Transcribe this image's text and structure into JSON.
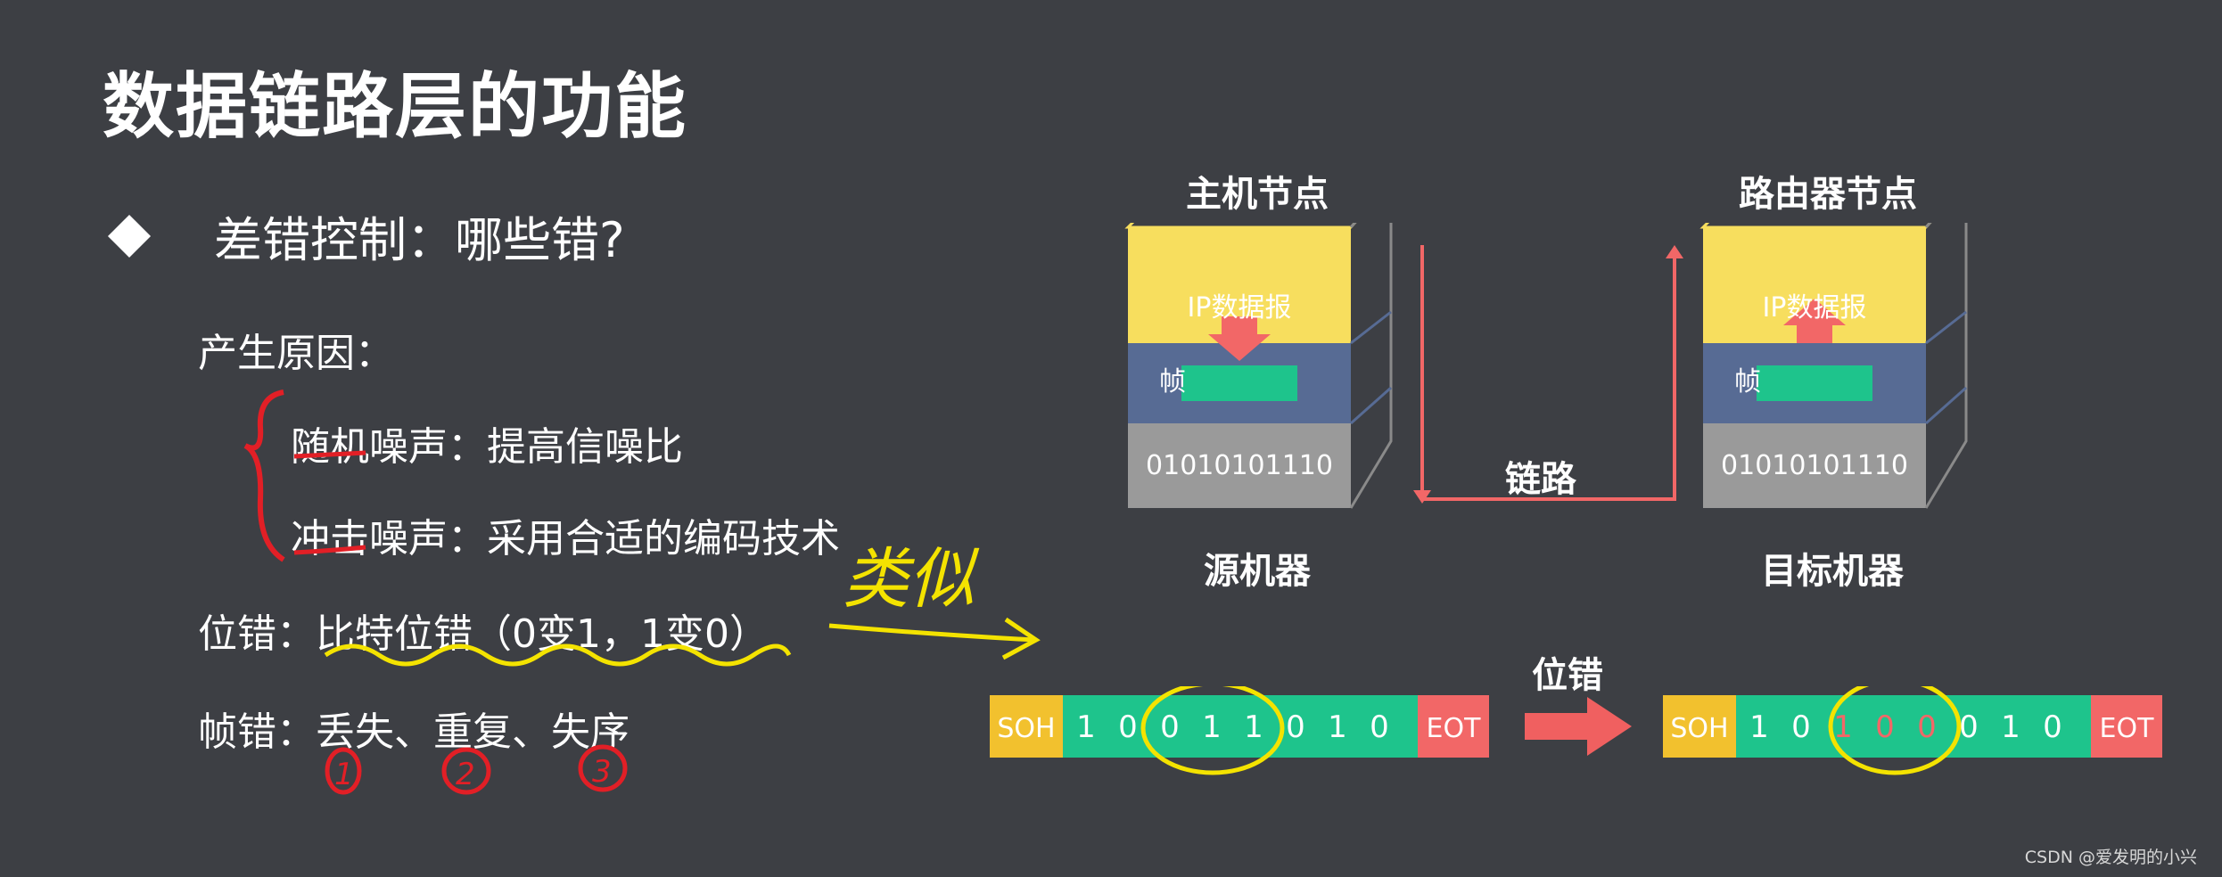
{
  "title": "数据链路层的功能",
  "bullet": "差错控制：哪些错?",
  "causes_heading": "产生原因：",
  "causes": [
    {
      "name": "随机噪声",
      "remedy": "：提高信噪比"
    },
    {
      "name": "冲击噪声",
      "remedy": "：采用合适的编码技术"
    }
  ],
  "bit_error": {
    "label": "位错：",
    "text": "比特位错（0变1，1变0）"
  },
  "frame_error": {
    "label": "帧错：",
    "text": "丢失、重复、失序"
  },
  "handwriting": {
    "similar": "类似",
    "numbers": [
      "1",
      "2",
      "3"
    ]
  },
  "diagram": {
    "host_node": "主机节点",
    "router_node": "路由器节点",
    "ip_datagram": "IP数据报",
    "frame_label": "帧",
    "bits": "01010101110",
    "link": "链路",
    "source": "源机器",
    "target": "目标机器",
    "bit_error_label": "位错",
    "soh": "SOH",
    "eot": "EOT",
    "sent_bits": [
      "1",
      "0",
      "0",
      "1",
      "1",
      "0",
      "1",
      "0"
    ],
    "received_bits": [
      "1",
      "0",
      "1",
      "0",
      "0",
      "0",
      "1",
      "0"
    ],
    "colors": {
      "yellow": "#f7de5e",
      "blue": "#576b94",
      "gray": "#9a9a9a",
      "green": "#1ec48c",
      "red": "#f26767",
      "soh": "#f2c12e",
      "arrow": "#f06060"
    }
  },
  "watermark": "CSDN @爱发明的小兴"
}
